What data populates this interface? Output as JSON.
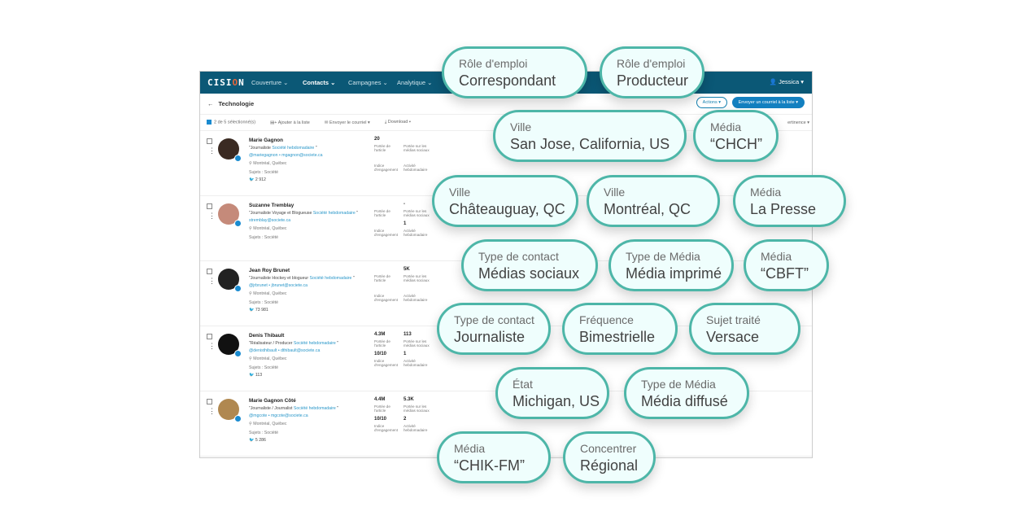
{
  "app": {
    "logo": "CISION",
    "nav": [
      "Couverture ⌄",
      "Contacts ⌄",
      "Campagnes ⌄",
      "Analytique ⌄"
    ],
    "user": "Jessica ▾",
    "list_title": "Technologie",
    "actions": "Actions ▾",
    "send_list": "Envoyer un courriel à la liste ▾",
    "toolbar": {
      "selected": "2 de 5 sélectionné(s)",
      "add": "Ajouter à la liste",
      "email": "Envoyer le courriel ▾",
      "download": "Download ▾",
      "sort": "ertinence ▾"
    },
    "metric_labels": [
      "Portée de l'article",
      "Portée sur les médias sociaux",
      "Indice d'engagement",
      "Activité hebdomadaire"
    ],
    "contacts": [
      {
        "name": "Marie Gagnon",
        "title": "\"Journaliste ",
        "outlet": "Société hebdomadaire",
        "end": " \"",
        "handles": "@mariegagnon • mgagnon@societe.ca",
        "location": "Montréal, Québec",
        "subjects": "Sujets : Société",
        "twitter": "2 912",
        "metrics": [
          "20",
          "",
          "",
          ""
        ]
      },
      {
        "name": "Suzanne Tremblay",
        "title": "\"Journaliste Voyage et Blogueuse ",
        "outlet": "Société hebdomadaire",
        "end": " \"",
        "handles": "stremblay@societe.ca",
        "location": "Montréal, Québec",
        "subjects": "Sujets : Société",
        "twitter": "",
        "metrics": [
          "",
          "-",
          "",
          "1"
        ]
      },
      {
        "name": "Jean Roy Brunet",
        "title": "\"Journaliste Hockey et blogueur ",
        "outlet": "Société hebdomadaire",
        "end": " \"",
        "handles": "@jrbrunet • jbrunet@societe.ca",
        "location": "Montréal, Québec",
        "subjects": "Sujets : Société",
        "twitter": "73 981",
        "metrics": [
          "",
          "5K",
          "",
          ""
        ]
      },
      {
        "name": "Denis Thibault",
        "title": "\"Réalisateur / Producer ",
        "outlet": "Société hebdomadaire",
        "end": " \"",
        "handles": "@denisthibault • dthibault@societe.ca",
        "location": "Montréal, Québec",
        "subjects": "Sujets : Société",
        "twitter": "113",
        "metrics": [
          "4.3M",
          "113",
          "10/10",
          "1"
        ]
      },
      {
        "name": "Marie Gagnon Côté",
        "title": "\"Journaliste / Journalist ",
        "outlet": "Société hebdomadaire",
        "end": " \"",
        "handles": "@mgcote • mgcote@societe.ca",
        "location": "Montréal, Québec",
        "subjects": "Sujets : Société",
        "twitter": "5 286",
        "metrics": [
          "4.4M",
          "5.3K",
          "10/10",
          "2"
        ]
      }
    ]
  },
  "tags": [
    {
      "label": "Rôle d'emploi",
      "value": "Correspondant"
    },
    {
      "label": "Rôle d'emploi",
      "value": "Producteur"
    },
    {
      "label": "Ville",
      "value": "San Jose, California, US"
    },
    {
      "label": "Média",
      "value": "“CHCH”"
    },
    {
      "label": "Ville",
      "value": "Châteauguay, QC"
    },
    {
      "label": "Ville",
      "value": "Montréal, QC"
    },
    {
      "label": "Média",
      "value": "La Presse"
    },
    {
      "label": "Type de contact",
      "value": "Médias sociaux"
    },
    {
      "label": "Type de Média",
      "value": "Média imprimé"
    },
    {
      "label": "Média",
      "value": "“CBFT”"
    },
    {
      "label": "Type de contact",
      "value": "Journaliste"
    },
    {
      "label": "Fréquence",
      "value": "Bimestrielle"
    },
    {
      "label": "Sujet traité",
      "value": "Versace"
    },
    {
      "label": "État",
      "value": "Michigan, US"
    },
    {
      "label": "Type de Média",
      "value": "Média diffusé"
    },
    {
      "label": "Média",
      "value": "“CHIK-FM”"
    },
    {
      "label": "Concentrer",
      "value": "Régional"
    }
  ],
  "colors": {
    "nav": "#0b5876",
    "accent": "#1380c0",
    "tag_border": "#4db6a8",
    "tag_fill": "#effefd"
  }
}
